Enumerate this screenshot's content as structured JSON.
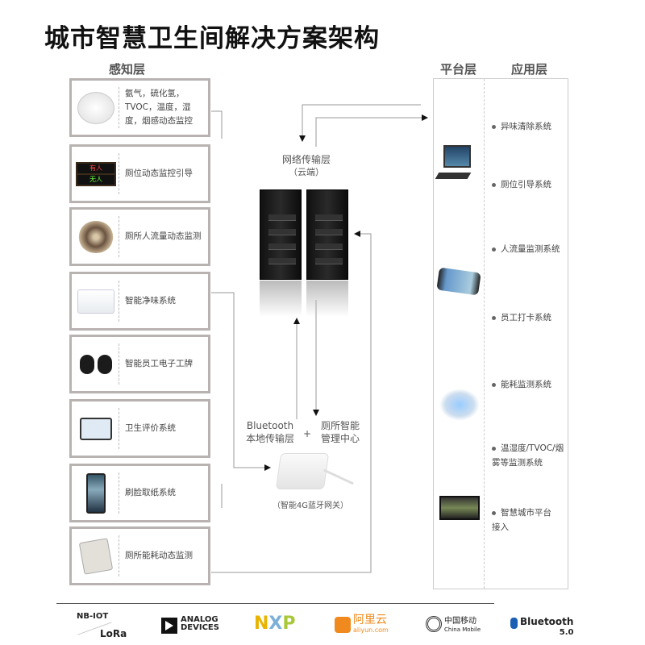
{
  "title": "城市智慧卫生间解决方案架构",
  "headers": {
    "perception": "感知层",
    "platform": "平台层",
    "application": "应用层"
  },
  "perception_items": [
    {
      "icon": "smoke-detector-icon",
      "label": "氨气，硫化氢，TVOC，温度，湿度，烟感动态监控"
    },
    {
      "icon": "led-sign-icon",
      "label": "厕位动态监控引导",
      "sign_lines": [
        "有人",
        "无人"
      ]
    },
    {
      "icon": "crowd-icon",
      "label": "厕所人流量动态监测"
    },
    {
      "icon": "purifier-icon",
      "label": "智能净味系统"
    },
    {
      "icon": "badge-tag-icon",
      "label": "智能员工电子工牌"
    },
    {
      "icon": "tablet-rating-icon",
      "label": "卫生评价系统"
    },
    {
      "icon": "face-scan-icon",
      "label": "刷脸取纸系统"
    },
    {
      "icon": "energy-meter-icon",
      "label": "厕所能耗动态监测"
    }
  ],
  "center": {
    "network_label": "网络传输层",
    "network_sub": "（云端）",
    "bluetooth_label_1": "Bluetooth",
    "bluetooth_label_2": "本地传输层",
    "plus": "+",
    "mgmt_label_1": "厕所智能",
    "mgmt_label_2": "管理中心",
    "gateway_label": "（智能4G蓝牙网关）"
  },
  "applications": [
    "异味清除系统",
    "厕位引导系统",
    "人流量监测系统",
    "员工打卡系统",
    "能耗监测系统",
    "温湿度/TVOC/烟雾等监测系统",
    "智慧城市平台接入"
  ],
  "logos": {
    "nbiot": "NB-IOT",
    "lora": "LoRa",
    "analog": "ANALOG DEVICES",
    "analog_1": "ANALOG",
    "analog_2": "DEVICES",
    "nxp": "NXP",
    "aliyun_cn": "阿里云",
    "aliyun_en": "aliyun.com",
    "cmcc_cn": "中国移动",
    "cmcc_en": "China Mobile",
    "bt": "Bluetooth",
    "bt_ver": "5.0"
  }
}
